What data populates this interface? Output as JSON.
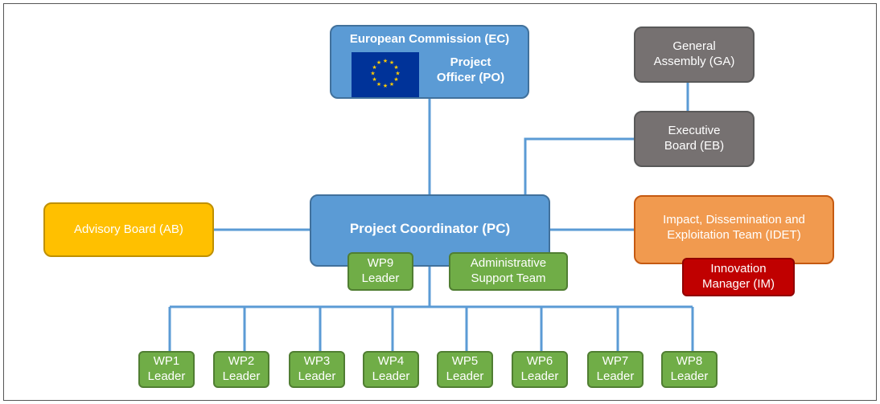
{
  "colors": {
    "line": "#5b9bd5",
    "blue": "#5b9bd5",
    "gray": "#767171",
    "gold": "#ffc000",
    "orange": "#f19a4f",
    "red": "#c00000",
    "green": "#70ad47",
    "flag_blue": "#003399",
    "flag_star": "#ffcc00"
  },
  "ec": {
    "title": "European Commission (EC)",
    "po_line1": "Project",
    "po_line2": "Officer (PO)"
  },
  "ga": {
    "line1": "General",
    "line2": "Assembly (GA)"
  },
  "eb": {
    "line1": "Executive",
    "line2": "Board (EB)"
  },
  "ab": {
    "label": "Advisory Board (AB)"
  },
  "pc": {
    "label": "Project Coordinator (PC)"
  },
  "idet": {
    "line1": "Impact, Dissemination and",
    "line2": "Exploitation Team (IDET)"
  },
  "im": {
    "line1": "Innovation",
    "line2": "Manager (IM)"
  },
  "wp9": {
    "line1": "WP9",
    "line2": "Leader"
  },
  "ast": {
    "line1": "Administrative",
    "line2": "Support Team"
  },
  "wps": [
    {
      "line1": "WP1",
      "line2": "Leader"
    },
    {
      "line1": "WP2",
      "line2": "Leader"
    },
    {
      "line1": "WP3",
      "line2": "Leader"
    },
    {
      "line1": "WP4",
      "line2": "Leader"
    },
    {
      "line1": "WP5",
      "line2": "Leader"
    },
    {
      "line1": "WP6",
      "line2": "Leader"
    },
    {
      "line1": "WP7",
      "line2": "Leader"
    },
    {
      "line1": "WP8",
      "line2": "Leader"
    }
  ]
}
